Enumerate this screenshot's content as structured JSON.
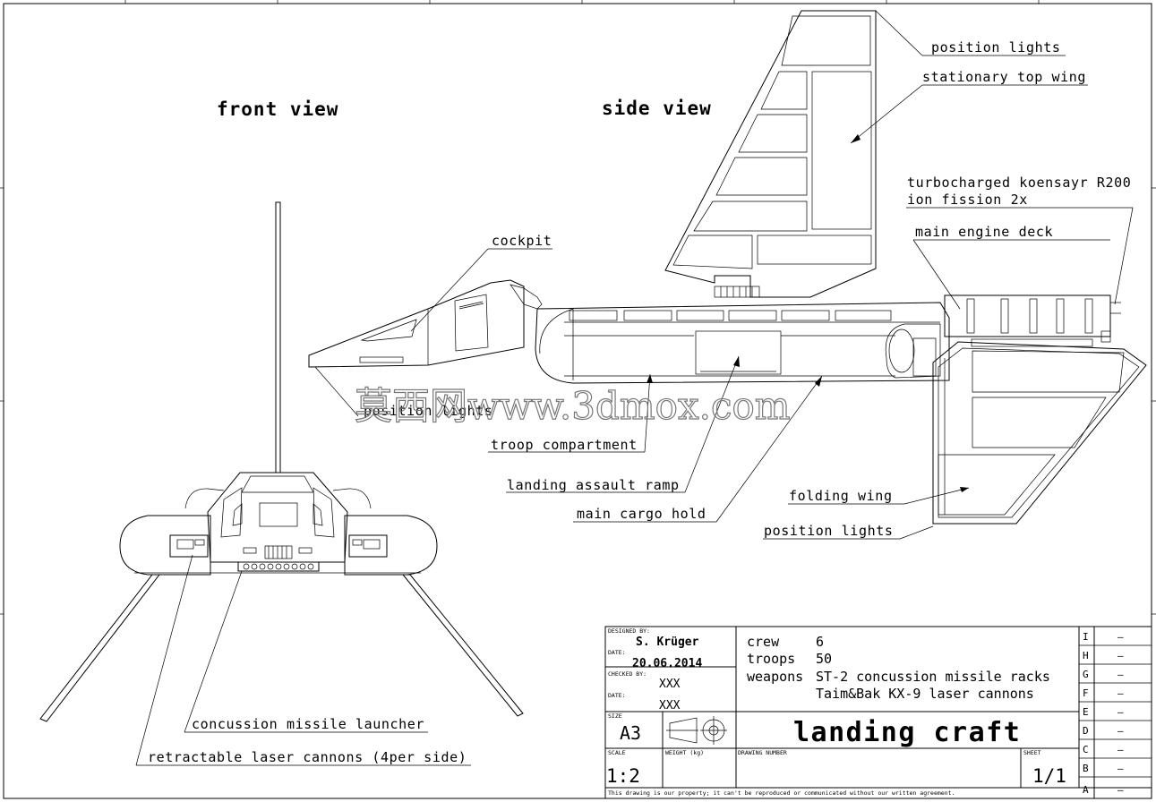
{
  "views": {
    "front": "front view",
    "side": "side view"
  },
  "callouts": {
    "position_lights_top": "position lights",
    "stationary_top_wing": "stationary top wing",
    "engine_line1": "turbocharged koensayr R200",
    "engine_line2": "ion fission 2x",
    "main_engine_deck": "main engine deck",
    "cockpit": "cockpit",
    "position_lights_front": "position lights",
    "troop_compartment": "troop compartment",
    "landing_assault_ramp": "landing assault ramp",
    "main_cargo_hold": "main cargo hold",
    "folding_wing": "folding wing",
    "position_lights_bottom": "position lights",
    "concussion_missile_launcher": "concussion missile launcher",
    "retractable_laser_cannons": "retractable laser cannons (4per side)"
  },
  "watermark": "莫西网www.3dmox.com",
  "title_block": {
    "designed_by_label": "DESIGNED BY:",
    "designer": "S. Krüger",
    "date_label": "DATE:",
    "date": "20.06.2014",
    "checked_by_label": "CHECKED BY:",
    "checker": "XXX",
    "date2_label": "DATE:",
    "date2": "XXX",
    "size_label": "SIZE",
    "size": "A3",
    "scale_label": "SCALE",
    "scale": "1:2",
    "weight_label": "WEIGHT (kg)",
    "drawing_number_label": "DRAWING NUMBER",
    "sheet_label": "SHEET",
    "sheet": "1/1",
    "title": "landing craft",
    "footer": "This drawing is our property; it can't be reproduced or communicated without our written agreement.",
    "specs": [
      {
        "key": "crew",
        "value": "6"
      },
      {
        "key": "troops",
        "value": "50"
      },
      {
        "key": "weapons",
        "value": "ST-2 concussion missile racks"
      },
      {
        "key": "",
        "value": "Taim&Bak KX-9 laser cannons"
      }
    ],
    "revisions": [
      {
        "letter": "I",
        "value": "–"
      },
      {
        "letter": "H",
        "value": "–"
      },
      {
        "letter": "G",
        "value": "–"
      },
      {
        "letter": "F",
        "value": "–"
      },
      {
        "letter": "E",
        "value": "–"
      },
      {
        "letter": "D",
        "value": "–"
      },
      {
        "letter": "C",
        "value": "–"
      },
      {
        "letter": "B",
        "value": "–"
      },
      {
        "letter": "A",
        "value": "–"
      }
    ]
  }
}
